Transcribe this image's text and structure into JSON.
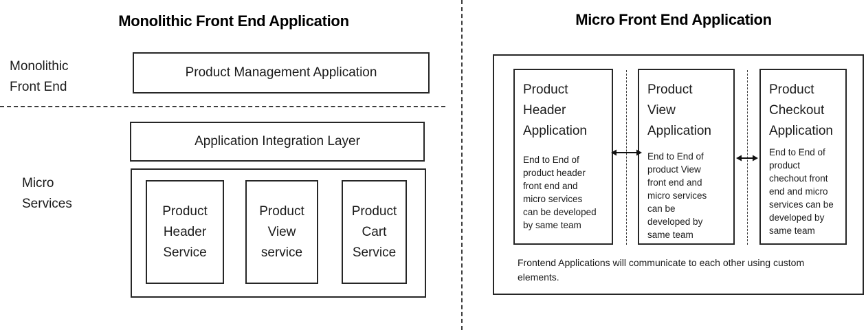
{
  "left": {
    "title": "Monolithic Front End Application",
    "monolithic_label": "Monolithic\nFront End",
    "micro_services_label": "Micro\nServices",
    "product_mgmt_box": "Product Management Application",
    "integration_box": "Application Integration Layer",
    "services": [
      {
        "label": "Product\nHeader\nService"
      },
      {
        "label": "Product\nView\nservice"
      },
      {
        "label": "Product\nCart\nService"
      }
    ]
  },
  "right": {
    "title": "Micro Front End Application",
    "apps": [
      {
        "heading": "Product\nHeader\nApplication",
        "body": "End to End of\nproduct header\nfront end and\nmicro services\ncan be developed\nby same team"
      },
      {
        "heading": "Product\nView\nApplication",
        "body": "End to End of\nproduct View\nfront end and\nmicro services\ncan be\ndeveloped by\nsame team"
      },
      {
        "heading": "Product\nCheckout\nApplication",
        "body": "End to End of\nproduct\nchechout front\nend and micro\nservices can be\ndeveloped by\nsame team"
      }
    ],
    "footer": "Frontend Applications will communicate to each other using custom\nelements."
  },
  "colors": {
    "border": "#262626",
    "dashed_line": "#3c3c3c",
    "text": "#1a1a1a",
    "background": "#ffffff"
  }
}
